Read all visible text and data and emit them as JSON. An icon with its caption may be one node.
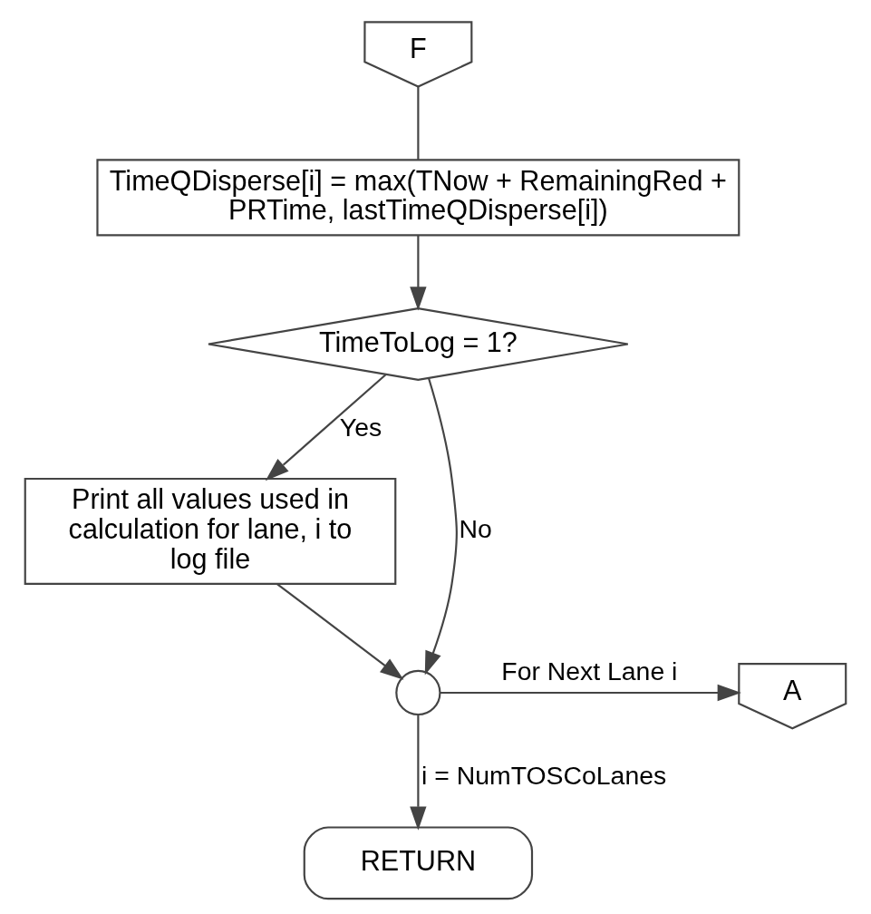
{
  "diagram": {
    "nodes": [
      {
        "text": [
          "F"
        ]
      },
      {
        "text": [
          "TimeQDisperse[i] = max(TNow + RemainingRed + PRTime, lastTimeQDisperse[i])"
        ]
      },
      {
        "text": [
          "TimeToLog = 1?"
        ]
      },
      {
        "text": [
          "Print all values used in calculation for lane, i to log file"
        ]
      },
      {
        "text": [],
        "shape": "circle"
      },
      {
        "text": [
          "A"
        ]
      },
      {
        "text": [
          "RETURN"
        ]
      }
    ],
    "edges": [
      {
        "from": 0,
        "to": 1,
        "arrow": "none"
      },
      {
        "from": 1,
        "to": 2,
        "arrow": "to"
      },
      {
        "from": 2,
        "to": 3,
        "label": "Yes",
        "arrow": "to"
      },
      {
        "from": 2,
        "to": 4,
        "label": "No",
        "arrow": "to"
      },
      {
        "from": 3,
        "to": 4,
        "arrow": "to"
      },
      {
        "from": 4,
        "to": 5,
        "label": "For Next Lane i",
        "arrow": "to"
      },
      {
        "from": 4,
        "to": 6,
        "label": "i = NumTOSCoLanes",
        "arrow": "to"
      }
    ]
  }
}
